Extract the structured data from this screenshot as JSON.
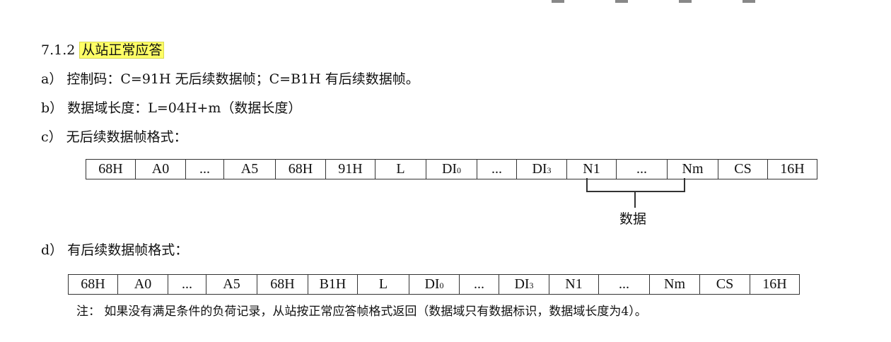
{
  "section": {
    "number": "7.1.2",
    "title": "从站正常应答"
  },
  "items": {
    "a": "a） 控制码：C=91H 无后续数据帧；C=B1H 有后续数据帧。",
    "b": "b） 数据域长度：L=04H+m（数据长度）",
    "c": "c） 无后续数据帧格式：",
    "d": "d） 有后续数据帧格式："
  },
  "frame_no_followup": {
    "cells": [
      "68H",
      "A0",
      "...",
      "A5",
      "68H",
      "91H",
      "L",
      "DI",
      "...",
      "DI",
      "N1",
      "...",
      "Nm",
      "CS",
      "16H"
    ],
    "subs": {
      "di0": "0",
      "di3": "3"
    },
    "brace_label": "数据"
  },
  "frame_with_followup": {
    "cells": [
      "68H",
      "A0",
      "...",
      "A5",
      "68H",
      "B1H",
      "L",
      "DI",
      "...",
      "DI",
      "N1",
      "...",
      "Nm",
      "CS",
      "16H"
    ],
    "subs": {
      "di0": "0",
      "di3": "3"
    }
  },
  "note": "注： 如果没有满足条件的负荷记录，从站按正常应答帧格式返回（数据域只有数据标识，数据域长度为4）。"
}
